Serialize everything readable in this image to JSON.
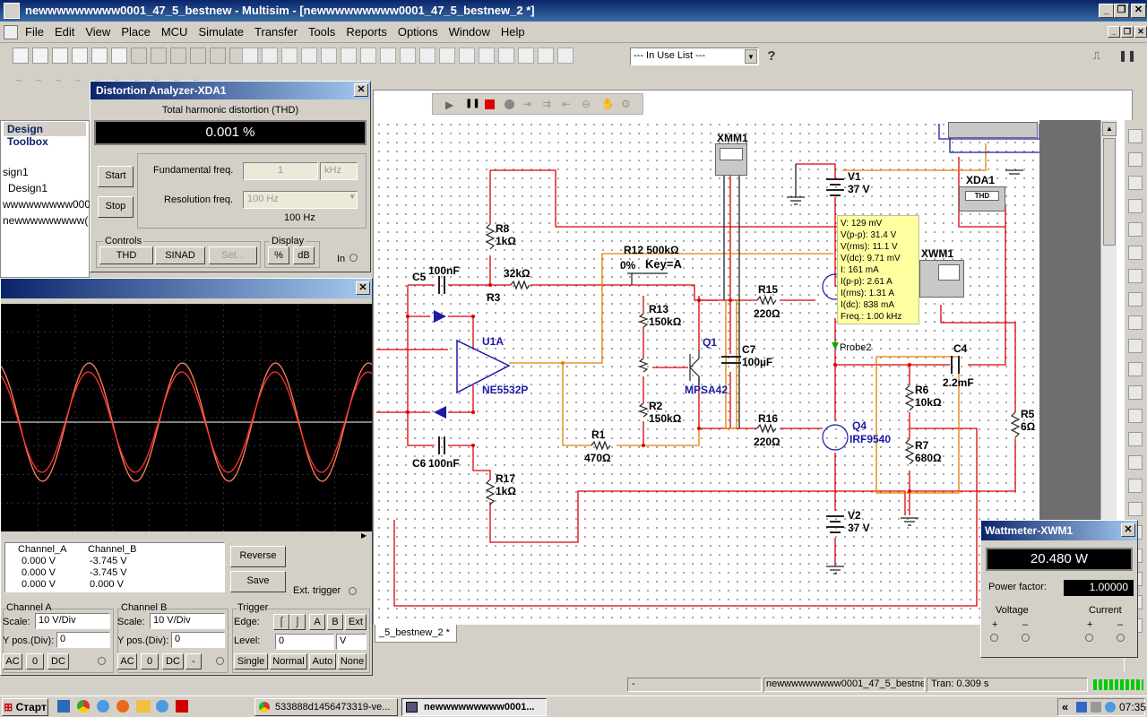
{
  "window": {
    "title": "newwwwwwwww0001_47_5_bestnew - Multisim - [newwwwwwwww0001_47_5_bestnew_2 *]"
  },
  "menu": [
    "File",
    "Edit",
    "View",
    "Place",
    "MCU",
    "Simulate",
    "Transfer",
    "Tools",
    "Reports",
    "Options",
    "Window",
    "Help"
  ],
  "toolbar": {
    "in_use_list": "--- In Use List ---"
  },
  "design_toolbox": {
    "title": "Design Toolbox",
    "items": [
      "sign1",
      "Design1",
      "wwwwwwwww0001",
      "newwwwwwwww("
    ]
  },
  "distortion_analyzer": {
    "title": "Distortion Analyzer-XDA1",
    "mode_label": "Total harmonic distortion (THD)",
    "reading": "0.001 %",
    "start": "Start",
    "stop": "Stop",
    "fund_label": "Fundamental freq.",
    "fund_value": "1",
    "fund_unit": "kHz",
    "res_label": "Resolution freq.",
    "res_value": "100 Hz",
    "res_display": "100 Hz",
    "controls_label": "Controls",
    "display_label": "Display",
    "thd": "THD",
    "sinad": "SINAD",
    "set": "Set...",
    "pct": "%",
    "db": "dB",
    "in": "In"
  },
  "oscilloscope": {
    "channel_a_hdr": "Channel_A",
    "channel_b_hdr": "Channel_B",
    "rows": [
      [
        "0.000 V",
        "-3.745 V"
      ],
      [
        "0.000 V",
        "-3.745 V"
      ],
      [
        "0.000 V",
        "0.000 V"
      ]
    ],
    "reverse": "Reverse",
    "save": "Save",
    "ext_trigger": "Ext. trigger",
    "cha": {
      "title": "Channel A",
      "scale_label": "Scale:",
      "scale": "10  V/Div",
      "ypos_label": "Y pos.(Div):",
      "ypos": "0"
    },
    "chb": {
      "title": "Channel B",
      "scale_label": "Scale:",
      "scale": "10  V/Div",
      "ypos_label": "Y pos.(Div):",
      "ypos": "0"
    },
    "trigger": {
      "title": "Trigger",
      "edge_label": "Edge:",
      "level_label": "Level:",
      "level": "0",
      "level_unit": "V",
      "single": "Single",
      "normal": "Normal",
      "auto": "Auto",
      "none": "None",
      "a": "A",
      "b": "B",
      "ext": "Ext"
    },
    "ac": "AC",
    "zero": "0",
    "dc": "DC",
    "minus": "-"
  },
  "wattmeter": {
    "title": "Wattmeter-XWM1",
    "reading": "20.480 W",
    "pf_label": "Power factor:",
    "pf_value": "1.00000",
    "voltage": "Voltage",
    "current": "Current"
  },
  "probe": {
    "lines": [
      "V: 129 mV",
      "V(p-p): 31.4 V",
      "V(rms): 11.1 V",
      "V(dc): 9.71 mV",
      "I: 161 mA",
      "I(p-p): 2.61 A",
      "I(rms): 1.31 A",
      "I(dc): 838 mA",
      "Freq.: 1.00 kHz"
    ],
    "name": "Probe2"
  },
  "schematic": {
    "labels": {
      "xmm1": "XMM1",
      "v1": "V1",
      "v1v": "37 V",
      "v2": "V2",
      "v2v": "37 V",
      "xda1": "XDA1",
      "thd": "THD",
      "xwm1": "XWM1",
      "r8": "R8",
      "r8v": "1kΩ",
      "c5": "C5",
      "c5v": "100nF",
      "r3": "R3",
      "r3v": "32kΩ",
      "r12": "R12 500kΩ",
      "pct": "0%",
      "key": "Key=A",
      "r13": "R13",
      "r13v": "150kΩ",
      "q1": "Q1",
      "q1v": "MPSA42",
      "c7": "C7",
      "c7v": "100µF",
      "r15": "R15",
      "r15v": "220Ω",
      "r16": "R16",
      "r16v": "220Ω",
      "u1a": "U1A",
      "u1v": "NE5532P",
      "r2": "R2",
      "r2v": "150kΩ",
      "r1": "R1",
      "r1v": "470Ω",
      "c6": "C6",
      "c6v": "100nF",
      "r17": "R17",
      "r17v": "1kΩ",
      "q4": "Q4",
      "q4v": "IRF9540",
      "c4": "C4",
      "c4v": "2.2mF",
      "r6": "R6",
      "r6v": "10kΩ",
      "r7": "R7",
      "r7v": "680Ω",
      "r5": "R5",
      "r5v": "6Ω"
    }
  },
  "tab": {
    "label": "_5_bestnew_2 *"
  },
  "status": {
    "sep": "-",
    "file": "newwwwwwwww0001_47_5_bestne",
    "tran": "Tran: 0.309 s"
  },
  "taskbar": {
    "start": "Старт",
    "task1": "533888d1456473319-ve...",
    "task2": "newwwwwwwww0001...",
    "clock": "07:35"
  }
}
